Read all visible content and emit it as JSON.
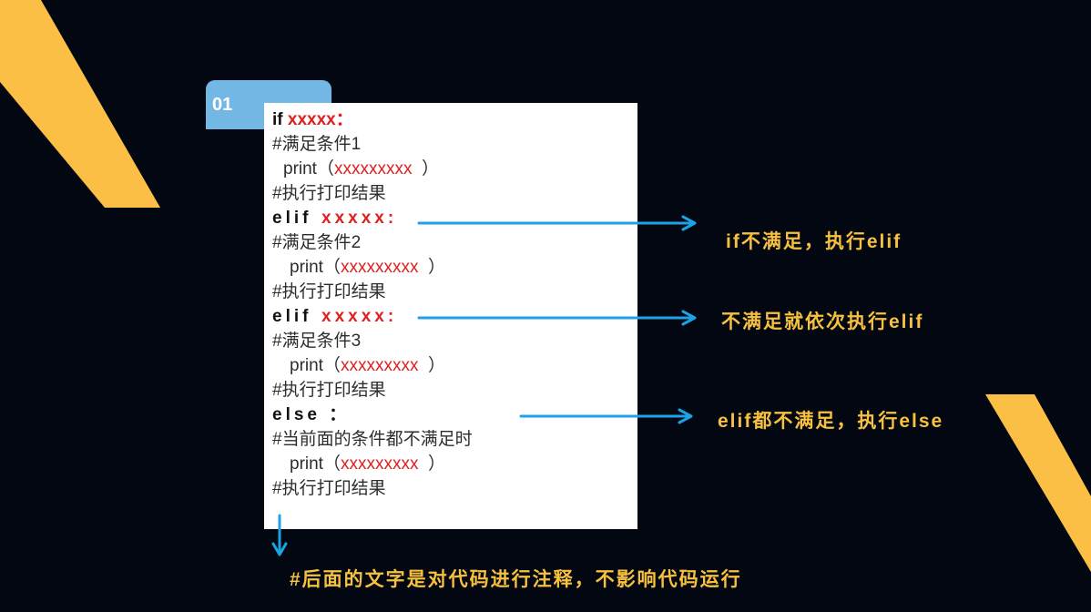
{
  "tab": {
    "label": "01"
  },
  "code": {
    "if_kw": "if",
    "if_cond": "xxxxx：",
    "comment1": "#满足条件1",
    "print1_fn": "print（",
    "print1_arg": "xxxxxxxxx",
    "print1_close": "）",
    "result1": "#执行打印结果",
    "elif1_kw": "elif",
    "elif1_cond": "xxxxx:",
    "comment2": "#满足条件2",
    "print2_fn": "print（",
    "print2_arg": "xxxxxxxxx",
    "print2_close": "）",
    "result2": "#执行打印结果",
    "elif2_kw": "elif",
    "elif2_cond": "xxxxx:",
    "comment3": "#满足条件3",
    "print3_fn": "print（",
    "print3_arg": "xxxxxxxxx",
    "print3_close": "）",
    "result3": "#执行打印结果",
    "else_kw": "else ：",
    "comment4": "#当前面的条件都不满足时",
    "print4_fn": "print（",
    "print4_arg": "xxxxxxxxx",
    "print4_close": "）",
    "result4": "#执行打印结果"
  },
  "annotations": {
    "elif_note": "if不满足，执行elif",
    "elif_next_note": "不满足就依次执行elif",
    "else_note": "elif都不满足，执行else",
    "comment_note": "#后面的文字是对代码进行注释，不影响代码运行"
  },
  "colors": {
    "background": "#030712",
    "stripe": "#fbbf45",
    "arrow": "#1ca3e6",
    "tab": "#73b8e5",
    "annotation": "#f7c03f",
    "highlight": "#e02020"
  }
}
